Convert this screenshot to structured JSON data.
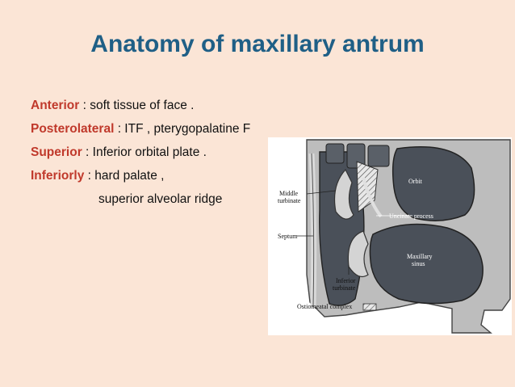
{
  "slide": {
    "title": "Anatomy of maxillary antrum",
    "bullets": [
      {
        "term": "Anterior",
        "text": " : soft tissue of face ."
      },
      {
        "term": "Posterolateral",
        "text": "  : ITF , pterygopalatine F"
      },
      {
        "term": "Superior",
        "text": " : Inferior orbital plate ."
      },
      {
        "term": "Inferiorly",
        "text": " : hard palate ,"
      }
    ],
    "continuation": "superior alveolar ridge"
  },
  "figure": {
    "labels": {
      "middle_turbinate_1": "Middle",
      "middle_turbinate_2": "turbinate",
      "orbit": "Orbit",
      "uncinate": "Uncinate process",
      "septum": "Septum",
      "maxillary_1": "Maxillary",
      "maxillary_2": "sinus",
      "inferior_1": "Inferior",
      "inferior_2": "turbinate",
      "ostiomeatal": "Ostiomeatal complex"
    }
  },
  "colors": {
    "background": "#fbe5d6",
    "title": "#1f5f86",
    "term": "#c0392b"
  }
}
